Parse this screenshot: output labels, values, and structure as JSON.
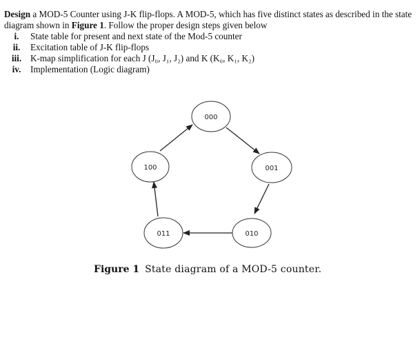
{
  "question": {
    "lead_bold": "Design",
    "intro_1": " a MOD-5 Counter using J-K flip-flops. A MOD-5, which has five distinct states as described in the state diagram shown in ",
    "figure_ref": "Figure 1",
    "intro_2": ". Follow the proper design steps given below",
    "steps": [
      {
        "num": "i.",
        "text": "State table for present and next state of the Mod-5 counter"
      },
      {
        "num": "ii.",
        "text": "Excitation table of J-K flip-flops"
      },
      {
        "num": "iii.",
        "text": "K-map simplification for each J (J₀, J₁, J₂) and K (K₀, K₁, K₂)"
      },
      {
        "num": "iv.",
        "text": "Implementation (Logic diagram)"
      }
    ]
  },
  "diagram": {
    "states": [
      "000",
      "001",
      "010",
      "011",
      "100"
    ],
    "transitions": [
      {
        "from": "000",
        "to": "001"
      },
      {
        "from": "001",
        "to": "010"
      },
      {
        "from": "010",
        "to": "011"
      },
      {
        "from": "011",
        "to": "100"
      },
      {
        "from": "100",
        "to": "000"
      }
    ]
  },
  "caption": {
    "label": "Figure 1",
    "text": "State diagram of a MOD-5 counter."
  }
}
